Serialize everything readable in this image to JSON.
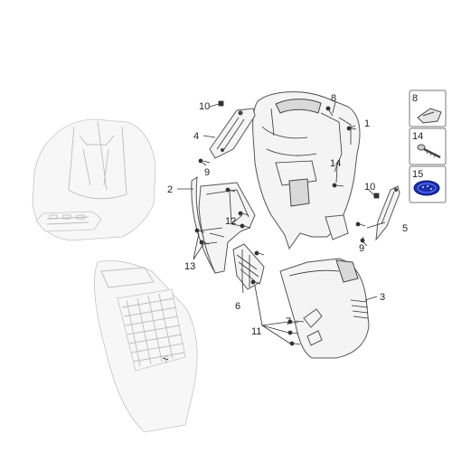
{
  "diagram": {
    "callouts": {
      "c1": "1",
      "c2": "2",
      "c3": "3",
      "c4": "4",
      "c5": "5",
      "c6": "6",
      "c7": "7",
      "c8": "8",
      "c9a": "9",
      "c9b": "9",
      "c10a": "10",
      "c10b": "10",
      "c11": "11",
      "c12": "12",
      "c13": "13",
      "c14": "14"
    },
    "legend": {
      "box8": "8",
      "box14": "14",
      "box15": "15"
    },
    "colors": {
      "badge": "#1a2fb0"
    }
  }
}
